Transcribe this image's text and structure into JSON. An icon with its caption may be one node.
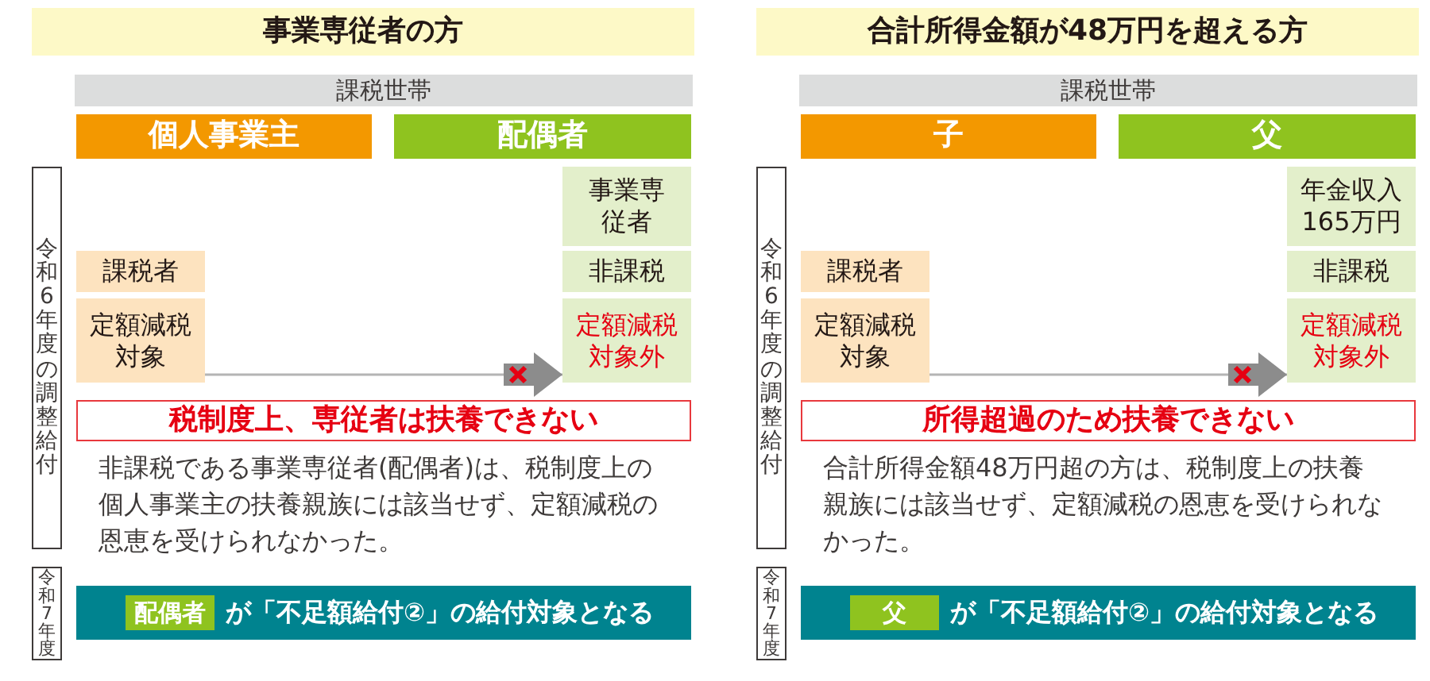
{
  "diagram": {
    "nodes": [
      {
        "text": [
          "事業専従者の方"
        ]
      },
      {
        "text": [
          "課税世帯"
        ]
      },
      {
        "text": [
          "個人事業主"
        ]
      },
      {
        "text": [
          "配偶者"
        ]
      },
      {
        "text": [
          "令和6年度の調整給付"
        ]
      },
      {
        "text": [
          "事業専従者"
        ]
      },
      {
        "text": [
          "課税者"
        ]
      },
      {
        "text": [
          "非課税"
        ]
      },
      {
        "text": [
          "定額減税対象"
        ]
      },
      {
        "text": [
          "定額減税対象外"
        ]
      },
      {
        "text": [
          "税制度上、専従者は扶養できない"
        ]
      },
      {
        "text": [
          "令和7年度"
        ]
      },
      {
        "text": [
          "が「不足額給付②」の給付対象となる"
        ]
      },
      {
        "text": [
          "配偶者"
        ],
        "in": 12
      },
      {
        "text": [
          "合計所得金額が48万円を超える方"
        ]
      },
      {
        "text": [
          "課税世帯"
        ]
      },
      {
        "text": [
          "子"
        ]
      },
      {
        "text": [
          "父"
        ]
      },
      {
        "text": [
          "令和6年度の調整給付"
        ]
      },
      {
        "text": [
          "年金収入165万円"
        ]
      },
      {
        "text": [
          "課税者"
        ]
      },
      {
        "text": [
          "非課税"
        ]
      },
      {
        "text": [
          "定額減税対象"
        ]
      },
      {
        "text": [
          "定額減税対象外"
        ]
      },
      {
        "text": [
          "所得超過のため扶養できない"
        ]
      },
      {
        "text": [
          "令和7年度"
        ]
      },
      {
        "text": [
          "が「不足額給付②」の給付対象となる"
        ]
      },
      {
        "text": [
          "父"
        ],
        "in": 26
      }
    ],
    "edges": [
      {
        "from": 8,
        "to": 9,
        "arrow": "to"
      },
      {
        "from": 22,
        "to": 23,
        "arrow": "to"
      }
    ],
    "labels": [
      "非課税である事業専従者(配偶者)は、税制度上の個人事業主の扶養親族には該当せず、定額減税の恩恵を受けられなかった。",
      "合計所得金額48万円超の方は、税制度上の扶養親族には該当せず、定額減税の恩恵を受けられなかった。"
    ]
  }
}
